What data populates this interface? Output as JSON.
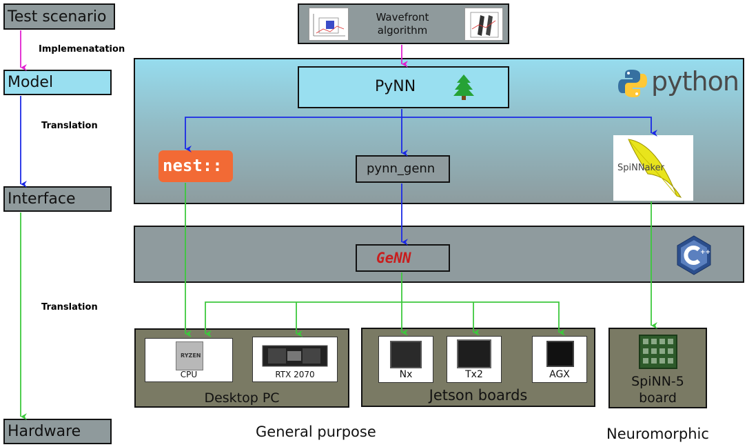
{
  "stages": {
    "test_scenario": "Test scenario",
    "model": "Model",
    "interface": "Interface",
    "hardware": "Hardware"
  },
  "transitions": {
    "implementation": "Implemenatation",
    "translation_1": "Translation",
    "translation_2": "Translation"
  },
  "top": {
    "wavefront_line1": "Wavefront",
    "wavefront_line2": "algorithm"
  },
  "python_layer": {
    "pynn": "PyNN",
    "nest": "nest::",
    "pynn_genn": "pynn_genn",
    "spinnaker": "SpiNNaker",
    "python_logo": "python"
  },
  "cpp_layer": {
    "genn": "GeNN"
  },
  "hardware": {
    "desktop": {
      "label": "Desktop PC",
      "items": [
        {
          "label": "CPU",
          "chip": "RYZEN"
        },
        {
          "label": "RTX 2070"
        }
      ]
    },
    "jetson": {
      "label": "Jetson boards",
      "items": [
        {
          "label": "Nx"
        },
        {
          "label": "Tx2"
        },
        {
          "label": "AGX"
        }
      ]
    },
    "spinn5": {
      "label_line1": "SpiNN-5",
      "label_line2": "board"
    }
  },
  "categories": {
    "general_purpose": "General purpose",
    "neuromorphic": "Neuromorphic"
  },
  "colors": {
    "stage_grey": "#8f9a9c",
    "model_cyan": "#99dff0",
    "python_gradient_top": "#96dcee",
    "python_gradient_bottom": "#8d9c9f",
    "cpp_band": "#8f9b9e",
    "hardware_box": "#7a7a64",
    "arrow_magenta": "#e020d0",
    "arrow_blue": "#1a28e6",
    "arrow_green": "#3cc83c",
    "nest_orange": "#f26a35",
    "genn_red": "#c81e1e"
  }
}
